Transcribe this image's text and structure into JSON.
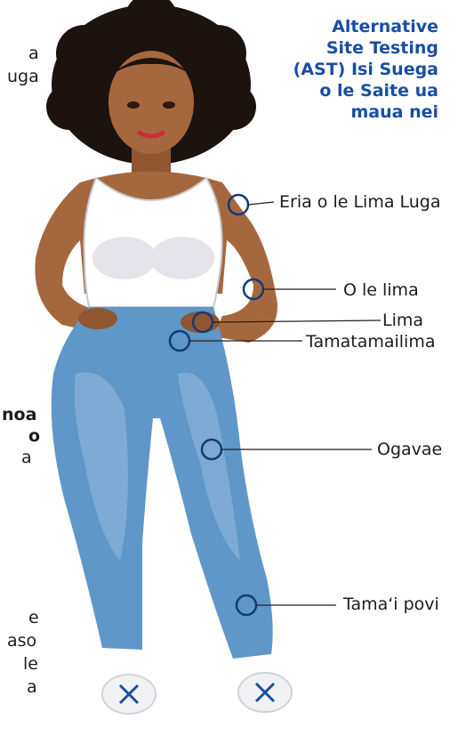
{
  "title": {
    "lines": [
      "Alternative",
      "Site Testing",
      "(AST) Isi Suega",
      "o le Saite ua",
      "maua nei"
    ]
  },
  "sites": [
    {
      "label": "Eria o le Lima Luga"
    },
    {
      "label": "O le lima"
    },
    {
      "label": "Lima"
    },
    {
      "label": "Tamatamailima"
    },
    {
      "label": "Ogavae"
    },
    {
      "label": "Tama‘i povi"
    }
  ],
  "left_fragments": {
    "a": "a",
    "uga": "uga",
    "noa": "noa",
    "o": "o",
    "a2": "a",
    "e": "e",
    "aso": "aso",
    "le": "le",
    "a3": "a"
  },
  "colors": {
    "title": "#1a4ea3",
    "marker": "#143a78",
    "jeans": "#5f97c9",
    "skin": "#a5683e",
    "hair": "#1c120e"
  }
}
